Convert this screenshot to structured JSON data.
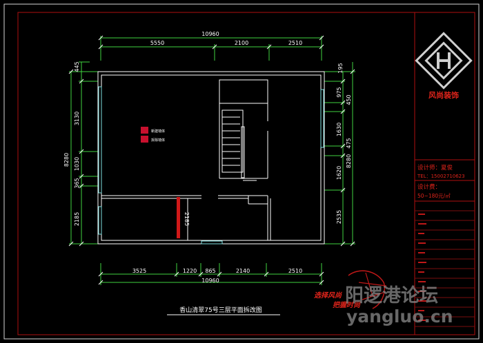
{
  "drawing": {
    "title": "香山清翠75号三层平面拆改图",
    "dims_top": [
      "10960",
      "5550",
      "2100",
      "2510"
    ],
    "dims_bottom": [
      "3525",
      "1220",
      "865",
      "2140",
      "2510",
      "10960"
    ],
    "dims_left": [
      "445",
      "3130",
      "8280",
      "1030",
      "365",
      "2185"
    ],
    "dims_right": [
      "195",
      "975",
      "450",
      "1630",
      "475",
      "8280",
      "1620",
      "2535"
    ],
    "inner_dim": "2185",
    "legend": [
      {
        "label": "新建墙体",
        "color": "#c8102e"
      },
      {
        "label": "拆除墙体",
        "color": "#c8102e"
      }
    ]
  },
  "title_block": {
    "company_name": "风尚装饰",
    "designer_line": "设计师：夏俊",
    "tel_line": "TEL：15002710623",
    "fee_label": "设计费：",
    "fee_value": "50~180元/㎡",
    "accent_color": "#e0241b"
  },
  "watermark": {
    "slogan_1": "选择风尚",
    "slogan_2": "把握时尚",
    "site_name": "阳逻港论坛",
    "site_url": "yangluo.cn"
  }
}
